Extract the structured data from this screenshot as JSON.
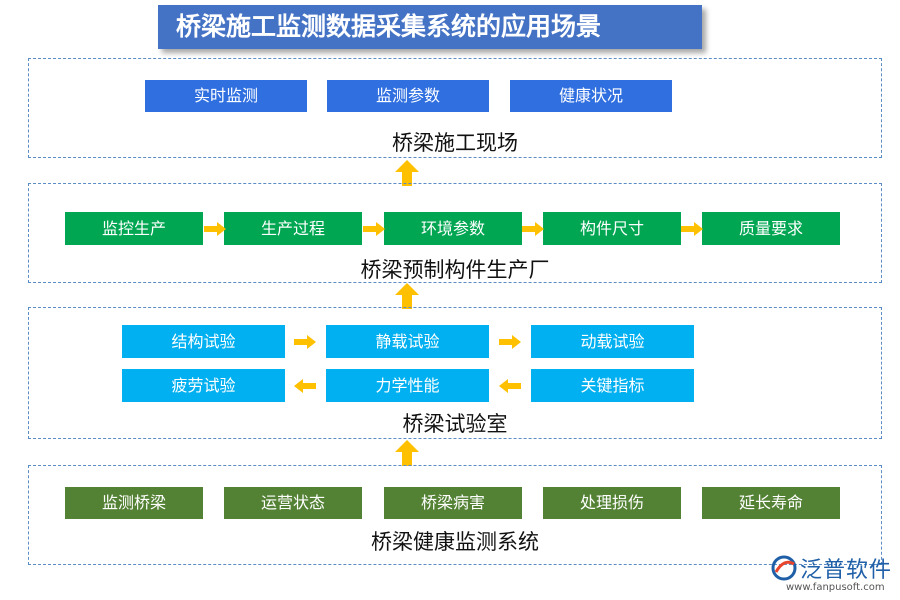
{
  "title": "桥梁施工监测数据采集系统的应用场景",
  "sections": {
    "site": {
      "label": "桥梁施工现场",
      "items": [
        "实时监测",
        "监测参数",
        "健康状况"
      ]
    },
    "factory": {
      "label": "桥梁预制构件生产厂",
      "items": [
        "监控生产",
        "生产过程",
        "环境参数",
        "构件尺寸",
        "质量要求"
      ]
    },
    "lab": {
      "label": "桥梁试验室",
      "row1": [
        "结构试验",
        "静载试验",
        "动载试验"
      ],
      "row2": [
        "疲劳试验",
        "力学性能",
        "关键指标"
      ]
    },
    "health": {
      "label": "桥梁健康监测系统",
      "items": [
        "监测桥梁",
        "运营状态",
        "桥梁病害",
        "处理损伤",
        "延长寿命"
      ]
    }
  },
  "logo": {
    "name": "泛普软件",
    "url": "www.fanpusoft.com"
  },
  "colors": {
    "title_bg": "#4472c4",
    "site_box": "#2f6fe0",
    "factory_box": "#00a651",
    "lab_box": "#00b0f0",
    "health_box": "#548235",
    "arrow": "#ffc000",
    "section_border": "#5b8cc4"
  }
}
